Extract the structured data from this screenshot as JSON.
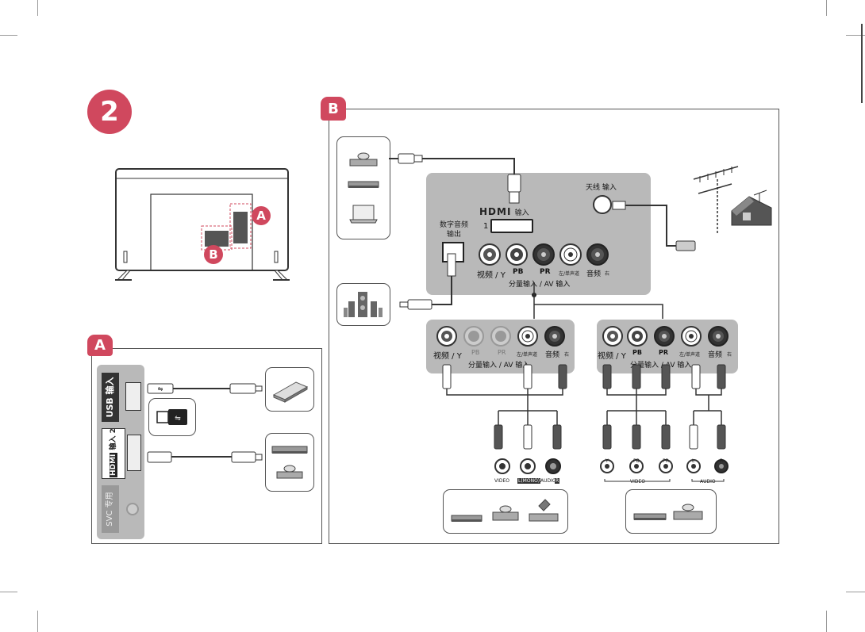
{
  "step_badge": "2",
  "tv_callouts": {
    "a": "A",
    "b": "B"
  },
  "panel_a": {
    "tab": "A",
    "usb_label": "USB 输入",
    "hdmi_logo": "HDMI",
    "hdmi_label": "输入",
    "hdmi_number": "2",
    "svc_label": "SVC 专用"
  },
  "panel_b": {
    "tab": "B",
    "main_ports": {
      "hdmi_logo": "HDMI",
      "hdmi_label": "输入",
      "hdmi_number": "1",
      "antenna_label": "天线 输入",
      "digital_audio_line1": "数字音频",
      "digital_audio_line2": "输出",
      "video_y": "视频 / Y",
      "pb": "PB",
      "pr": "PR",
      "left_mono": "左/单声道",
      "audio": "音频",
      "right": "右",
      "component_av": "分量输入 / AV 输入"
    },
    "adapter_left": {
      "video_y": "视频 / Y",
      "pb": "PB",
      "pr": "PR",
      "left_mono": "左/单声道",
      "audio": "音频",
      "right": "右",
      "component_av": "分量输入 / AV 输入"
    },
    "adapter_right": {
      "video_y": "视频 / Y",
      "pb": "PB",
      "pr": "PR",
      "left_mono": "左/单声道",
      "audio": "音频",
      "right": "右",
      "component_av": "分量输入 / AV 输入"
    },
    "composite_device": {
      "video": "VIDEO",
      "l_mono": "L(MONO)",
      "audio": "AUDIO",
      "r": "R"
    },
    "component_device": {
      "y": "Y",
      "pb": "PB",
      "pr": "PR",
      "l": "L",
      "r": "R",
      "video": "VIDEO",
      "audio": "AUDIO"
    }
  },
  "colors": {
    "accent": "#d0485e",
    "panel_gray": "#b9b9b9",
    "jack_dark": "#3a3a3a"
  }
}
